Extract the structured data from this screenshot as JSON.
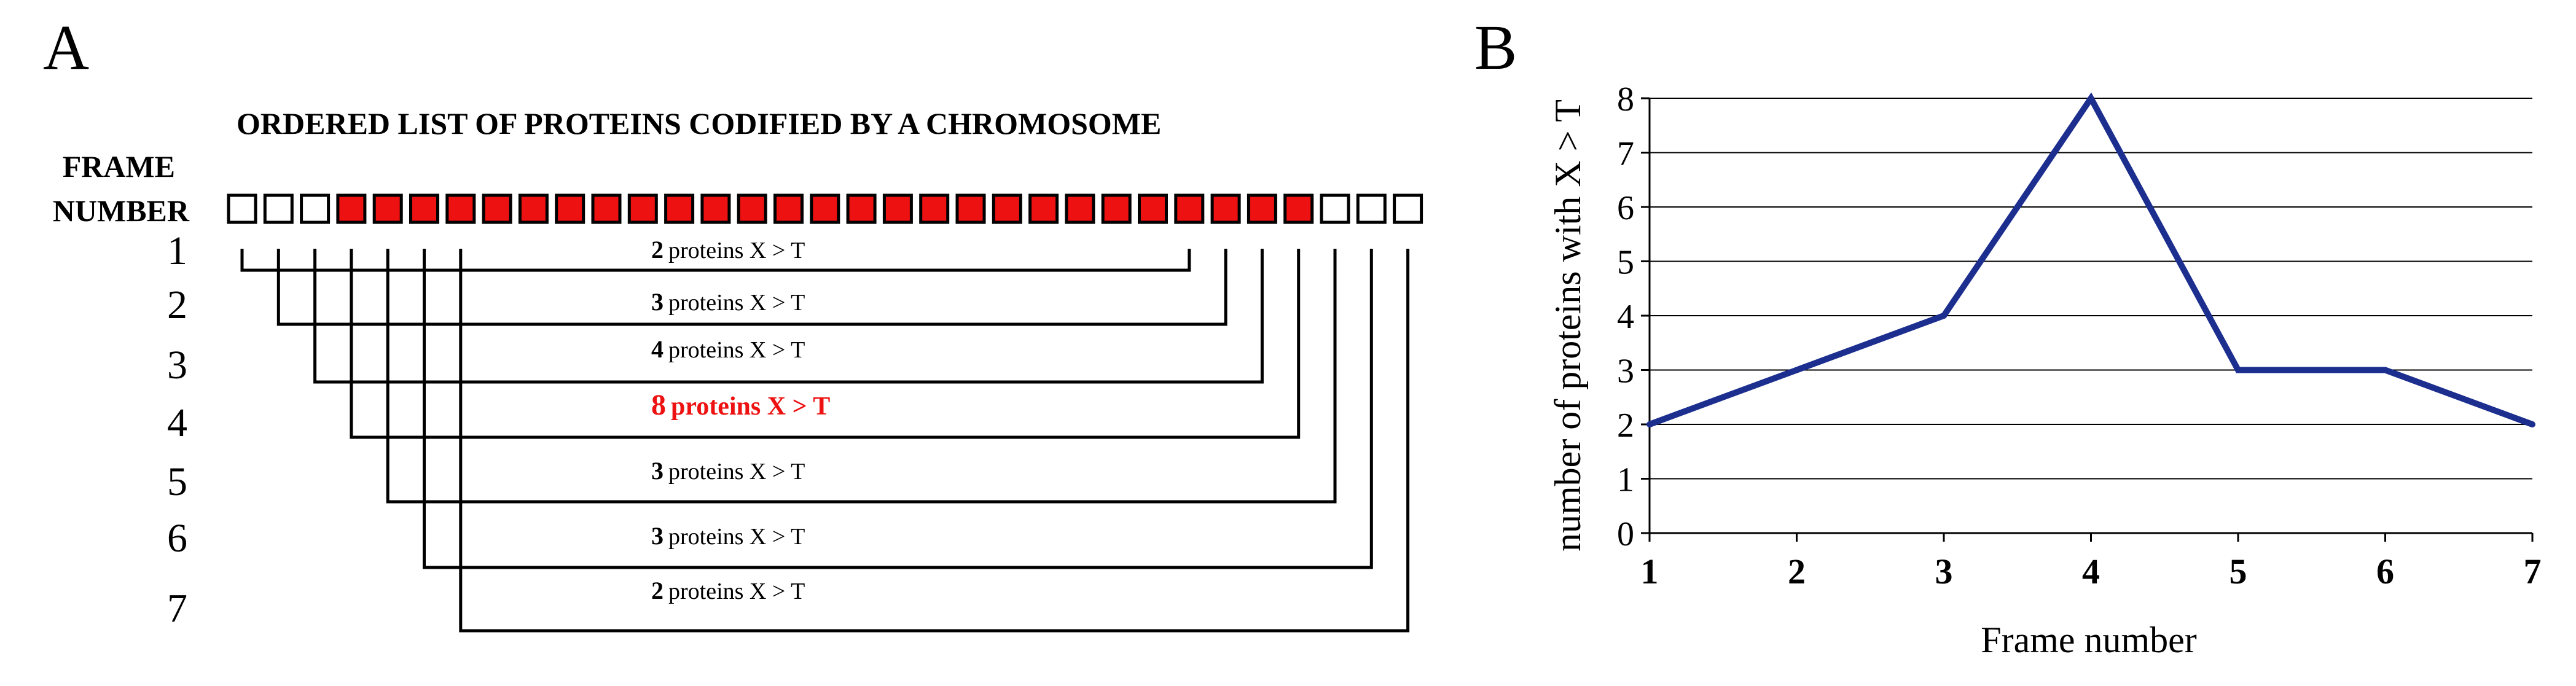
{
  "panel_a": {
    "label": "A",
    "title": "ORDERED LIST OF PROTEINS CODIFIED BY A CHROMOSOME",
    "frame_label_line1": "FRAME",
    "frame_label_line2": "NUMBER",
    "protein_boxes": [
      0,
      0,
      0,
      1,
      1,
      1,
      1,
      1,
      1,
      1,
      1,
      1,
      1,
      1,
      1,
      1,
      1,
      1,
      1,
      1,
      1,
      1,
      1,
      1,
      1,
      1,
      1,
      1,
      1,
      1,
      0,
      0,
      0
    ],
    "frames": [
      {
        "number": "1",
        "count": "2",
        "text": "proteins X > T",
        "highlight": false
      },
      {
        "number": "2",
        "count": "3",
        "text": "proteins X > T",
        "highlight": false
      },
      {
        "number": "3",
        "count": "4",
        "text": "proteins X > T",
        "highlight": false
      },
      {
        "number": "4",
        "count": "8",
        "text": "proteins X > T",
        "highlight": true
      },
      {
        "number": "5",
        "count": "3",
        "text": "proteins X > T",
        "highlight": false
      },
      {
        "number": "6",
        "count": "3",
        "text": "proteins X > T",
        "highlight": false
      },
      {
        "number": "7",
        "count": "2",
        "text": "proteins X > T",
        "highlight": false
      }
    ],
    "colors": {
      "filled": "#ee1111",
      "empty": "#ffffff",
      "outline": "#000000",
      "highlight_text": "#ee1111"
    }
  },
  "panel_b": {
    "label": "B",
    "chart_data": {
      "type": "line",
      "x": [
        1,
        2,
        3,
        4,
        5,
        6,
        7
      ],
      "series": [
        {
          "values": [
            2,
            3,
            4,
            8,
            3,
            3,
            2
          ]
        }
      ],
      "xlabel": "Frame number",
      "ylabel": "number of proteins with X > T",
      "xticks": [
        "1",
        "2",
        "3",
        "4",
        "5",
        "6",
        "7"
      ],
      "yticks": [
        "0",
        "1",
        "2",
        "3",
        "4",
        "5",
        "6",
        "7",
        "8"
      ],
      "ylim": [
        0,
        8
      ],
      "xlim": [
        1,
        7
      ],
      "grid": true,
      "line_color": "#1c2f8f"
    }
  }
}
